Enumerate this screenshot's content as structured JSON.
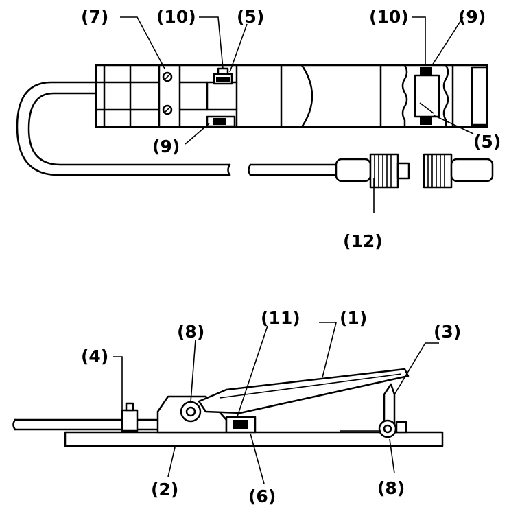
{
  "top_view": {
    "labels": {
      "part7": "(7)",
      "part10_left": "(10)",
      "part5_left": "(5)",
      "part10_right": "(10)",
      "part9_right": "(9)",
      "part9_left": "(9)",
      "part5_right": "(5)",
      "part12": "(12)"
    }
  },
  "side_view": {
    "labels": {
      "part11": "(11)",
      "part1": "(1)",
      "part8_left": "(8)",
      "part3": "(3)",
      "part4": "(4)",
      "part2": "(2)",
      "part6": "(6)",
      "part8_right": "(8)"
    }
  }
}
